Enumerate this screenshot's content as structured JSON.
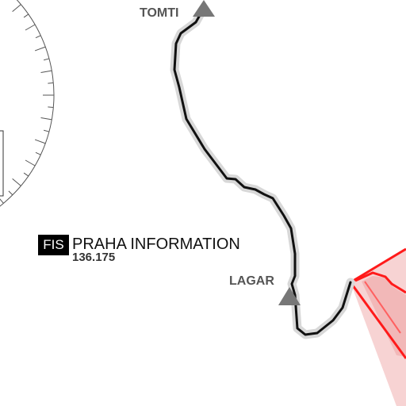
{
  "waypoints": [
    {
      "name": "TOMTI"
    },
    {
      "name": "LAGAR"
    }
  ],
  "fis": {
    "badge": "FIS",
    "name": "PRAHA INFORMATION",
    "frequency": "136.175"
  },
  "colors": {
    "route": "#111111",
    "route_halo": "#d8d8d8",
    "waypoint_marker": "#777777",
    "restricted_area_fill": "#f4c8c8",
    "restricted_area_border": "#ff0000",
    "compass_rose": "#555555"
  }
}
